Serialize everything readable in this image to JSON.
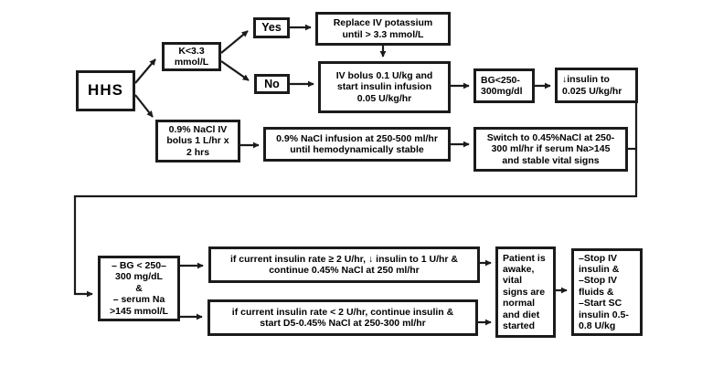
{
  "diagram": {
    "background_color": "#ffffff",
    "box_border_color": "#1b1b1b",
    "text_color": "#000000"
  },
  "nodes": {
    "hhs": {
      "label": "HHS"
    },
    "k_check": {
      "label": "K<3.3\nmmol/L"
    },
    "yes": {
      "label": "Yes"
    },
    "no": {
      "label": "No"
    },
    "replace_k": {
      "label": "Replace IV potassium\nuntil > 3.3 mmol/L"
    },
    "iv_bolus": {
      "label": "IV bolus 0.1 U/kg and\nstart insulin infusion\n0.05 U/kg/hr"
    },
    "bg_check": {
      "label": "BG<250-\n300mg/dl"
    },
    "reduce_insulin": {
      "label": "↓insulin to\n0.025 U/kg/hr"
    },
    "nacl_bolus": {
      "label": "0.9% NaCl IV\nbolus 1 L/hr x\n2 hrs"
    },
    "nacl_infusion": {
      "label": "0.9% NaCl infusion at 250-500 ml/hr\nuntil hemodynamically stable"
    },
    "switch_nacl": {
      "label": "Switch to 0.45%NaCl at 250-\n300 ml/hr if serum Na>145\nand stable vital signs"
    },
    "bg_na_criteria": {
      "label": "– BG < 250–\n300 mg/dL\n&\n– serum Na\n>145 mmol/L"
    },
    "insulin_ge2": {
      "label": "if current insulin rate ≥ 2 U/hr, ↓ insulin to 1 U/hr &\ncontinue 0.45% NaCl at 250 ml/hr"
    },
    "insulin_lt2": {
      "label": "if current insulin rate < 2 U/hr, continue insulin &\nstart D5-0.45% NaCl at 250-300 ml/hr"
    },
    "patient_awake": {
      "label": "Patient is\nawake,\nvital\nsigns are\nnormal\nand diet\nstarted"
    },
    "stop_iv": {
      "label": "–Stop IV\ninsulin &\n–Stop IV\nfluids &\n–Start SC\ninsulin 0.5-\n0.8 U/kg"
    }
  },
  "edges": [
    {
      "from": "hhs",
      "to": "k_check"
    },
    {
      "from": "hhs",
      "to": "nacl_bolus"
    },
    {
      "from": "k_check",
      "to": "yes"
    },
    {
      "from": "k_check",
      "to": "no"
    },
    {
      "from": "yes",
      "to": "replace_k"
    },
    {
      "from": "no",
      "to": "iv_bolus"
    },
    {
      "from": "replace_k",
      "to": "iv_bolus"
    },
    {
      "from": "iv_bolus",
      "to": "bg_check"
    },
    {
      "from": "bg_check",
      "to": "reduce_insulin"
    },
    {
      "from": "nacl_bolus",
      "to": "nacl_infusion"
    },
    {
      "from": "nacl_infusion",
      "to": "switch_nacl"
    },
    {
      "from": "switch_nacl",
      "to": "bg_na_criteria"
    },
    {
      "from": "reduce_insulin",
      "to": "bg_na_criteria"
    },
    {
      "from": "bg_na_criteria",
      "to": "insulin_ge2"
    },
    {
      "from": "bg_na_criteria",
      "to": "insulin_lt2"
    },
    {
      "from": "insulin_ge2",
      "to": "patient_awake"
    },
    {
      "from": "insulin_lt2",
      "to": "patient_awake"
    },
    {
      "from": "patient_awake",
      "to": "stop_iv"
    }
  ]
}
